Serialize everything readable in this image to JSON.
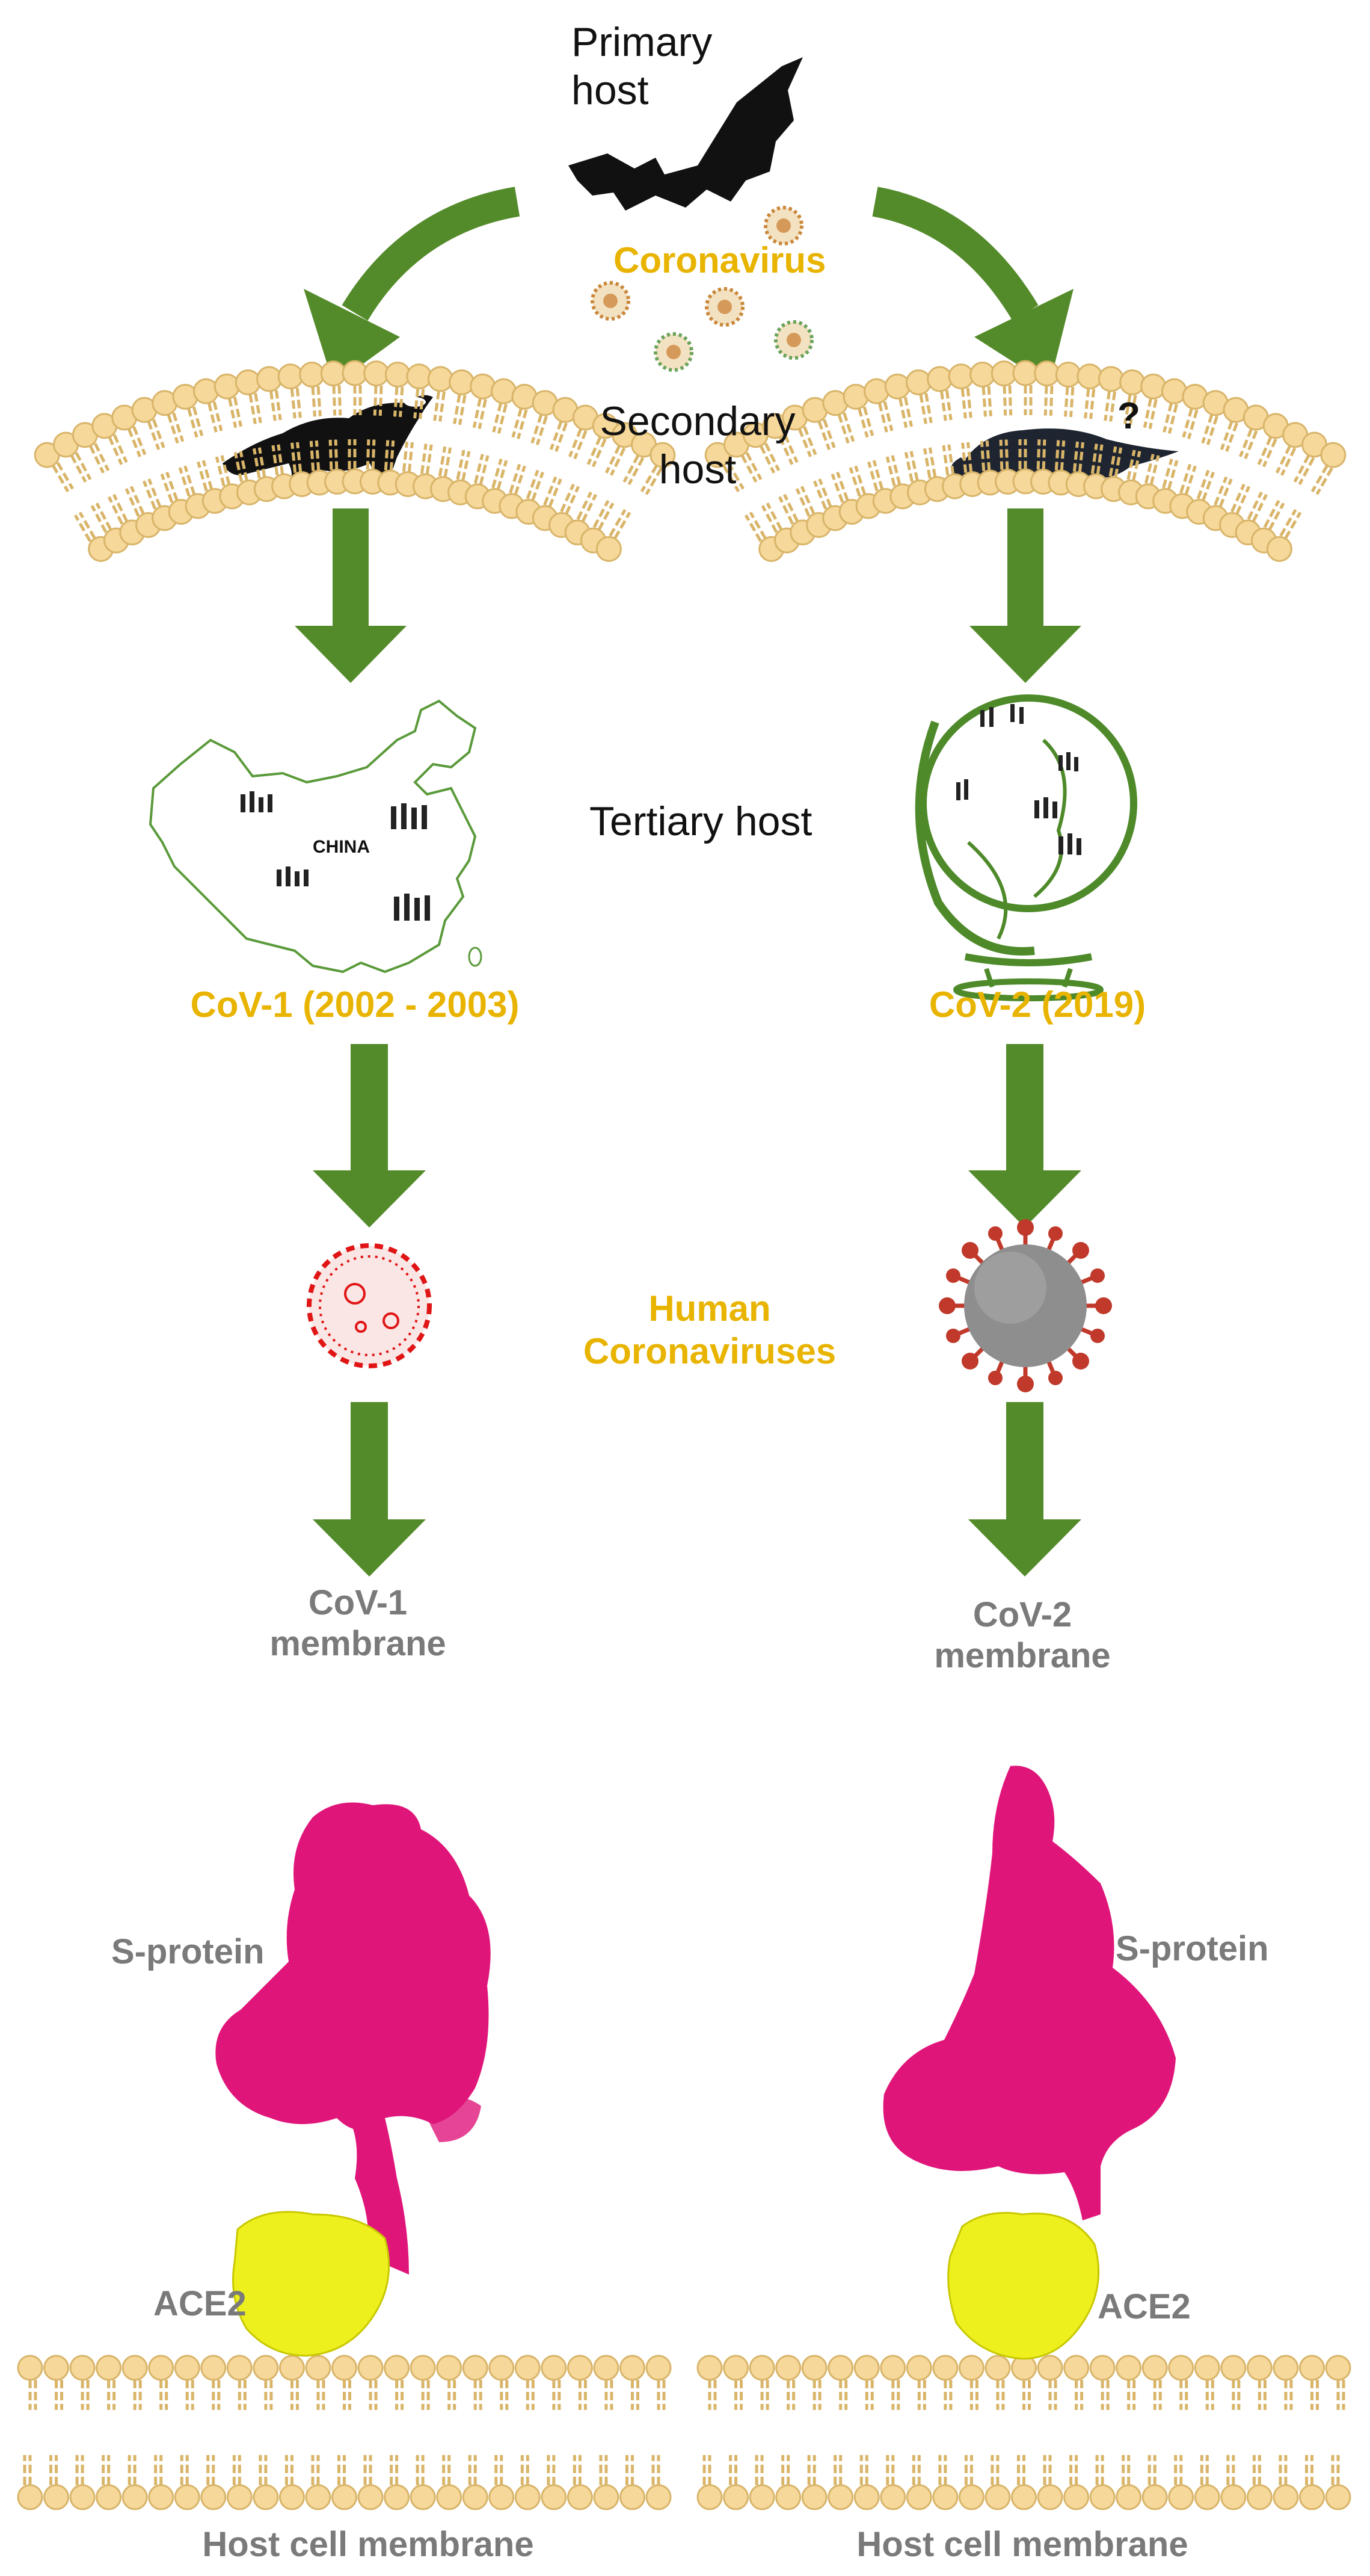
{
  "labels": {
    "primary_host": [
      "Primary",
      "host"
    ],
    "coronavirus": "Coronavirus",
    "secondary_host": [
      "Secondary",
      "host"
    ],
    "tertiary_host": "Tertiary host",
    "china": "CHINA",
    "unknown_host_mark": "?",
    "cov1_outbreak": "CoV-1 (2002 - 2003)",
    "cov2_outbreak": "CoV-2 (2019)",
    "human_coronaviruses": [
      "Human",
      "Coronaviruses"
    ],
    "cov1_membrane": [
      "CoV-1",
      "membrane"
    ],
    "cov2_membrane": [
      "CoV-2",
      "membrane"
    ],
    "s_protein_left": "S-protein",
    "s_protein_right": "S-protein",
    "ace2_left": "ACE2",
    "ace2_right": "ACE2",
    "host_membrane_left": "Host cell membrane",
    "host_membrane_right": "Host cell membrane"
  },
  "colors": {
    "arrow": "#548b2a",
    "map_outline": "#5a9a3a",
    "gold_text": "#e8b400",
    "grey_text": "#7a7a7a",
    "lipid_head": "#f5d89a",
    "lipid_edge": "#d9b56a",
    "spike_protein": "#e0157a",
    "ace2": "#eef01e",
    "virus_cov1": "#e01515",
    "virus_cov2_body": "#8e8e8e",
    "virus_cov2_spike": "#c0392b"
  },
  "icons": [
    "bat-icon",
    "civet-icon",
    "pangolin-icon",
    "china-map-icon",
    "globe-icon",
    "sars-cov-1-virion-icon",
    "sars-cov-2-virion-icon"
  ]
}
